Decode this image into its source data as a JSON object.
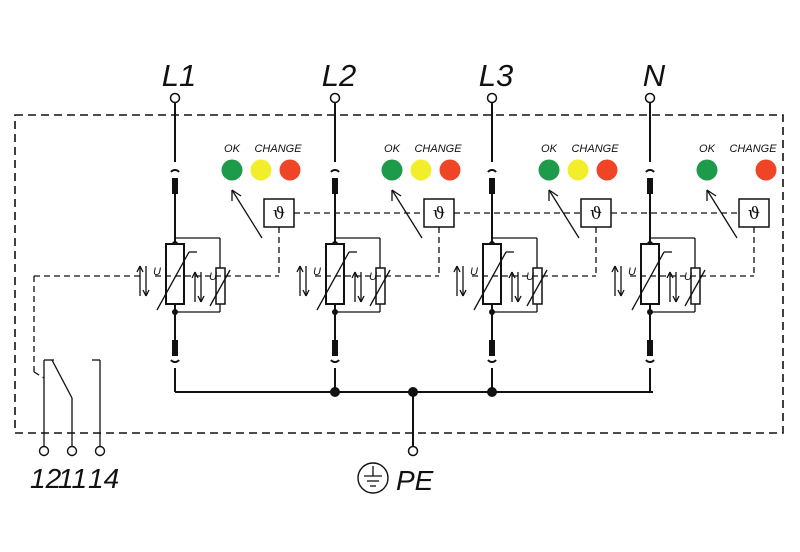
{
  "colors": {
    "ok": "#1e9a4b",
    "warn": "#f3ee2c",
    "change": "#f04426",
    "line": "#111111"
  },
  "poles": [
    {
      "label": "L1",
      "leds": [
        "ok",
        "warn",
        "change"
      ],
      "ok_label": "OK",
      "change_label": "CHANGE"
    },
    {
      "label": "L2",
      "leds": [
        "ok",
        "warn",
        "change"
      ],
      "ok_label": "OK",
      "change_label": "CHANGE"
    },
    {
      "label": "L3",
      "leds": [
        "ok",
        "warn",
        "change"
      ],
      "ok_label": "OK",
      "change_label": "CHANGE"
    },
    {
      "label": "N",
      "leds": [
        "ok",
        "change"
      ],
      "ok_label": "OK",
      "change_label": "CHANGE"
    }
  ],
  "thermal_symbol": "ϑ",
  "varistor_symbol": "U",
  "earth": {
    "label": "PE"
  },
  "contacts": [
    "12",
    "11",
    "14"
  ]
}
